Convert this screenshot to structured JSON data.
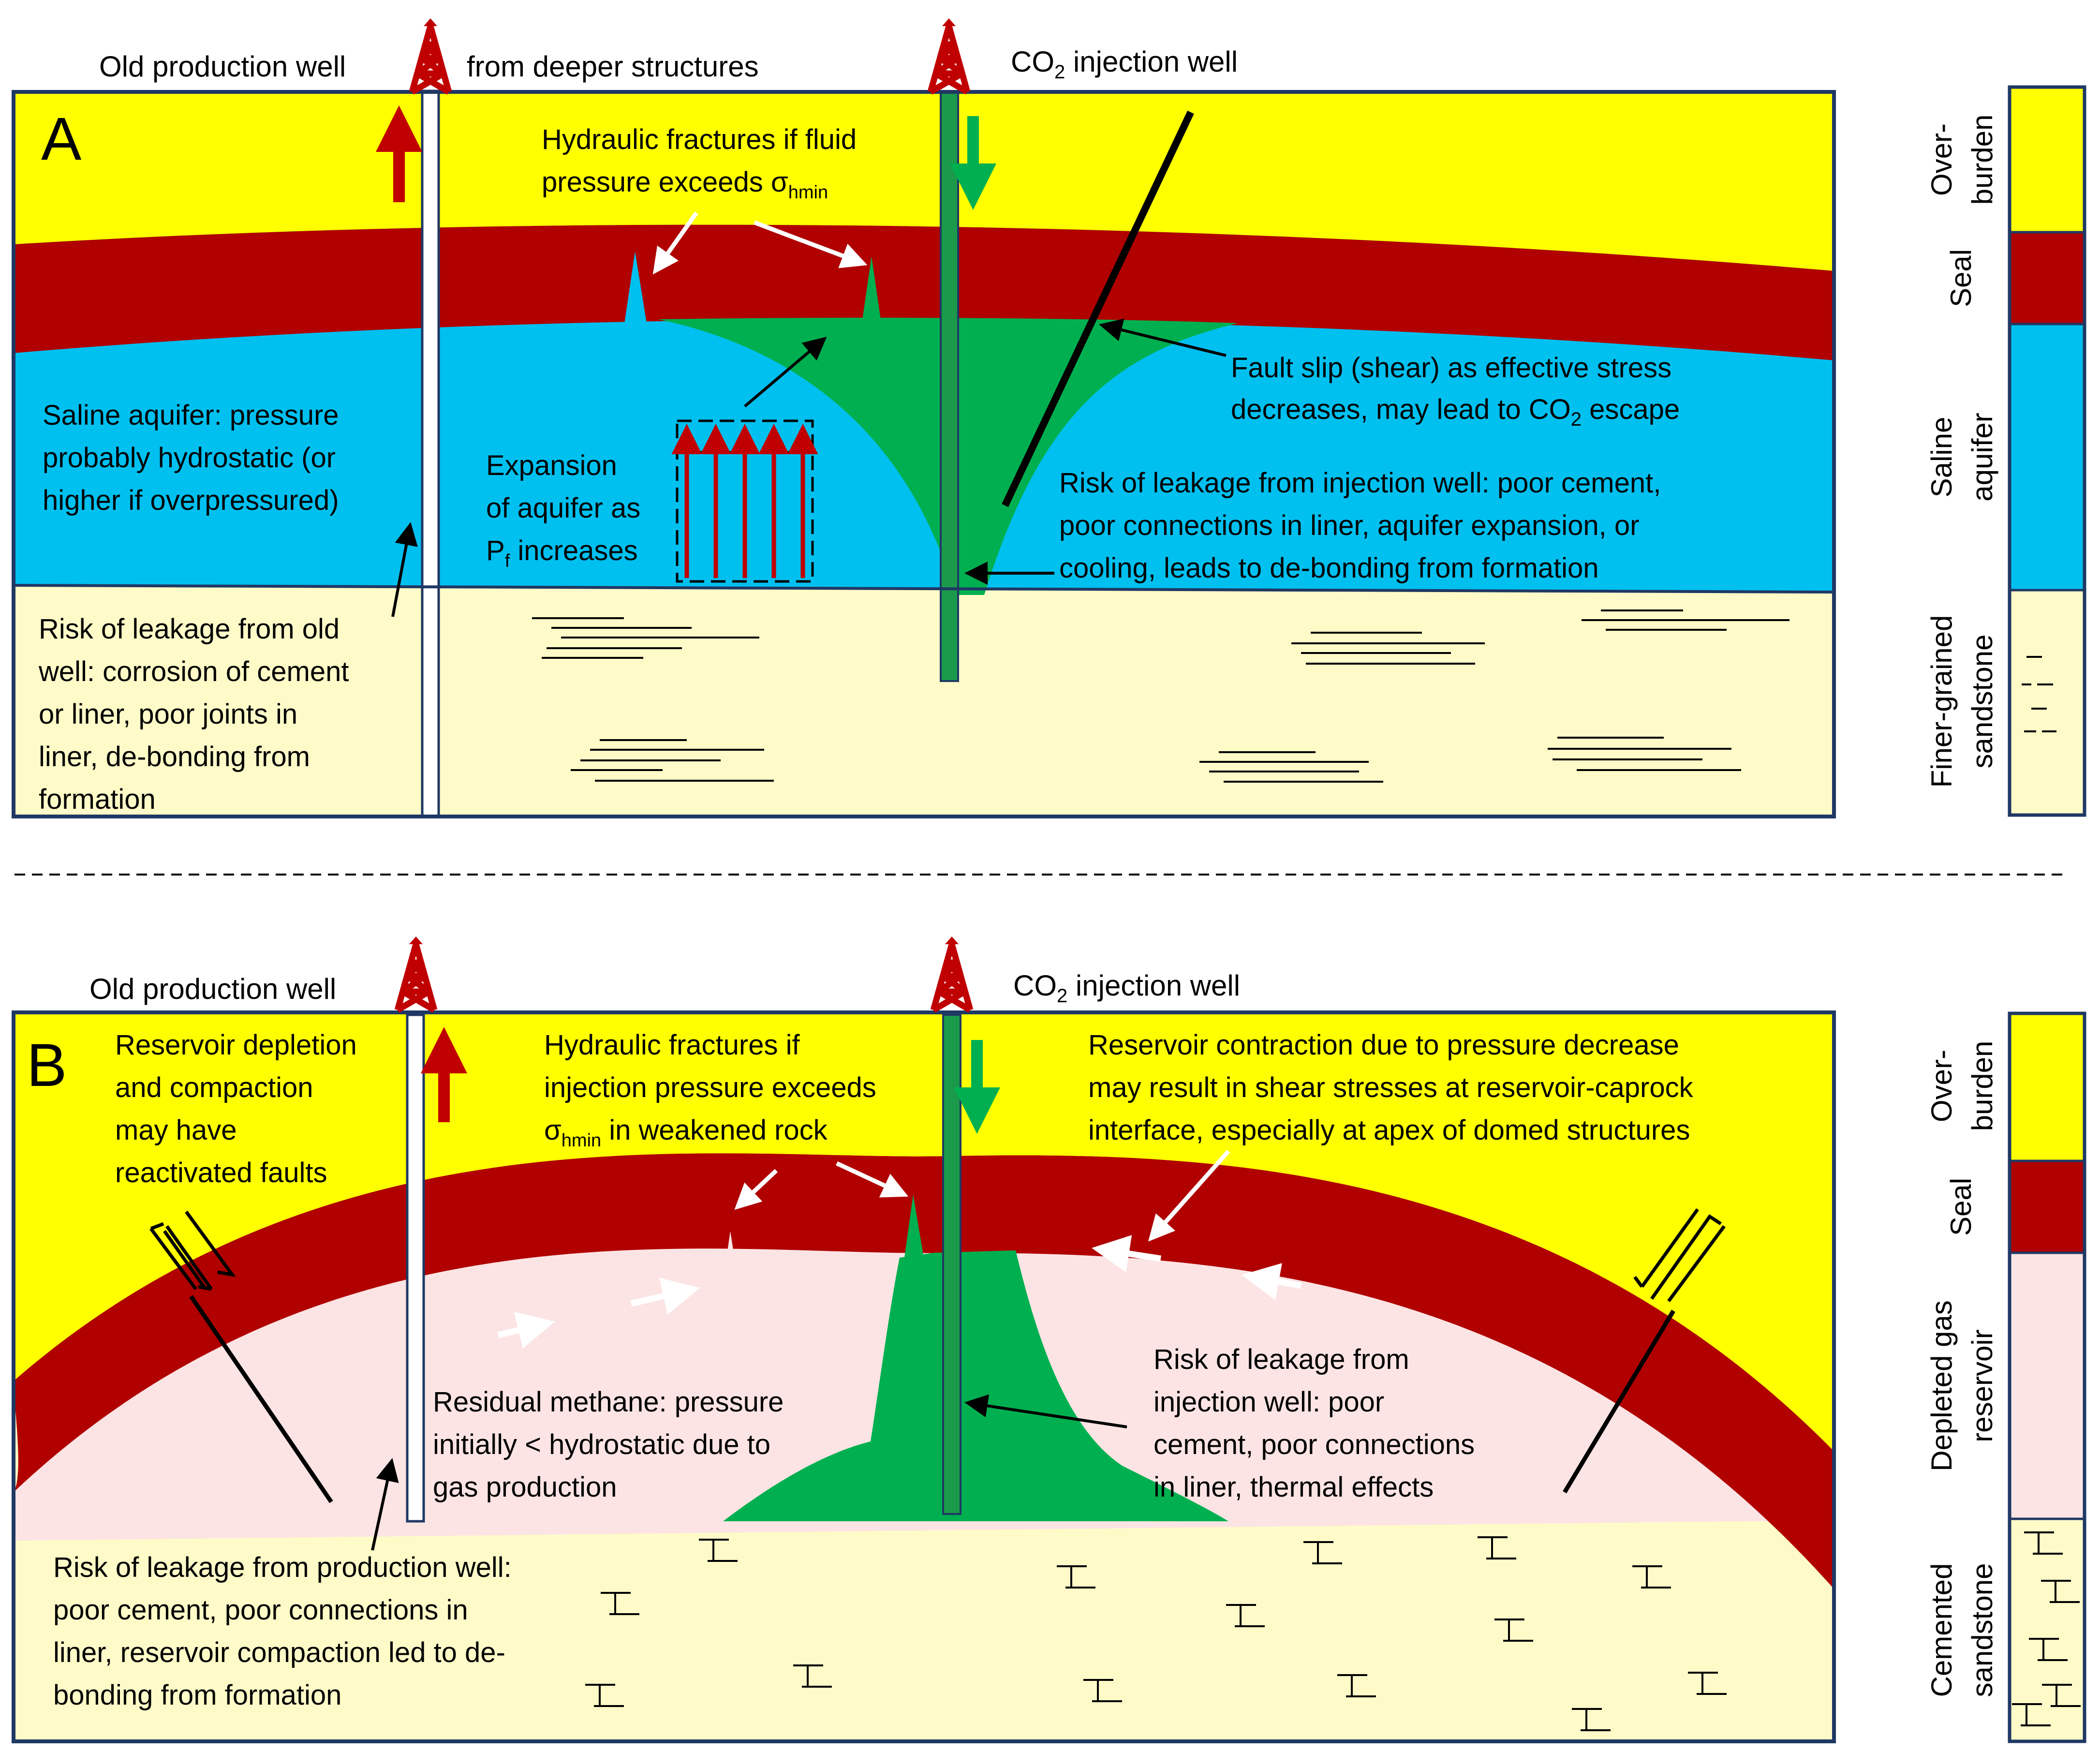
{
  "panelA": {
    "letter": "A",
    "well_old": "Old production well",
    "well_deeper": "from deeper structures",
    "well_co2_pre": "CO",
    "well_co2_sub": "2",
    "well_co2_post": " injection well",
    "hydro_line1": "Hydraulic fractures if fluid",
    "hydro_line2_pre": "pressure exceeds ",
    "hydro_sigma": "σ",
    "hydro_sub": "hmin",
    "fault_line1": "Fault slip (shear) as effective stress",
    "fault_line2_pre": "decreases, may lead to CO",
    "fault_line2_sub": "2",
    "fault_line2_post": " escape",
    "saline_lines": [
      "Saline aquifer: pressure",
      "probably hydrostatic (or",
      "higher if overpressured)"
    ],
    "expansion_line1": "Expansion",
    "expansion_line2": "of aquifer as",
    "expansion_line3_pre": "P",
    "expansion_line3_sub": "f",
    "expansion_line3_post": " increases",
    "inj_risk_lines": [
      "Risk of leakage from injection well: poor cement,",
      "poor connections in liner, aquifer expansion, or",
      "cooling, leads to de-bonding from formation"
    ],
    "old_risk_lines": [
      "Risk of leakage from old",
      "well: corrosion of cement",
      "or liner, poor joints in",
      "liner, de-bonding from",
      "formation"
    ]
  },
  "legendA": {
    "overburden": [
      "Over-",
      "burden"
    ],
    "seal": "Seal",
    "aquifer": [
      "Saline",
      "aquifer"
    ],
    "sandstone": [
      "Finer-grained",
      "sandstone"
    ]
  },
  "panelB": {
    "letter": "B",
    "well_old": "Old production well",
    "well_co2_pre": "CO",
    "well_co2_sub": "2",
    "well_co2_post": " injection well",
    "depletion_lines": [
      "Reservoir depletion",
      "and compaction",
      "may have",
      "reactivated faults"
    ],
    "hydro_line1": "Hydraulic fractures if",
    "hydro_line2": "injection pressure exceeds",
    "hydro_line3_sigma": "σ",
    "hydro_line3_sub": "hmin",
    "hydro_line3_post": " in weakened rock",
    "contraction_lines": [
      "Reservoir contraction  due to pressure decrease",
      "may result in shear stresses at reservoir-caprock",
      "interface, especially at apex of domed structures"
    ],
    "methane_lines": [
      "Residual methane: pressure",
      "initially < hydrostatic due to",
      "gas production"
    ],
    "inj_risk_lines": [
      "Risk of leakage from",
      "injection well: poor",
      "cement, poor connections",
      "in liner, thermal effects"
    ],
    "prod_risk_lines": [
      "Risk of leakage from production well:",
      "poor cement, poor connections in",
      "liner, reservoir compaction led to de-",
      "bonding from formation"
    ]
  },
  "legendB": {
    "overburden": [
      "Over-",
      "burden"
    ],
    "seal": "Seal",
    "reservoir": [
      "Depleted gas",
      "reservoir"
    ],
    "sandstone": [
      "Cemented",
      "sandstone"
    ]
  },
  "colors": {
    "overburden": "#ffff00",
    "seal": "#b00000",
    "aquifer": "#00c0f0",
    "sandstone": "#fffbc8",
    "reservoir": "#fce4e4",
    "co2": "#00b050",
    "well_green": "#1a9a4a",
    "arrow_red": "#c00000",
    "border": "#1f3864",
    "derrick": "#c00000"
  }
}
